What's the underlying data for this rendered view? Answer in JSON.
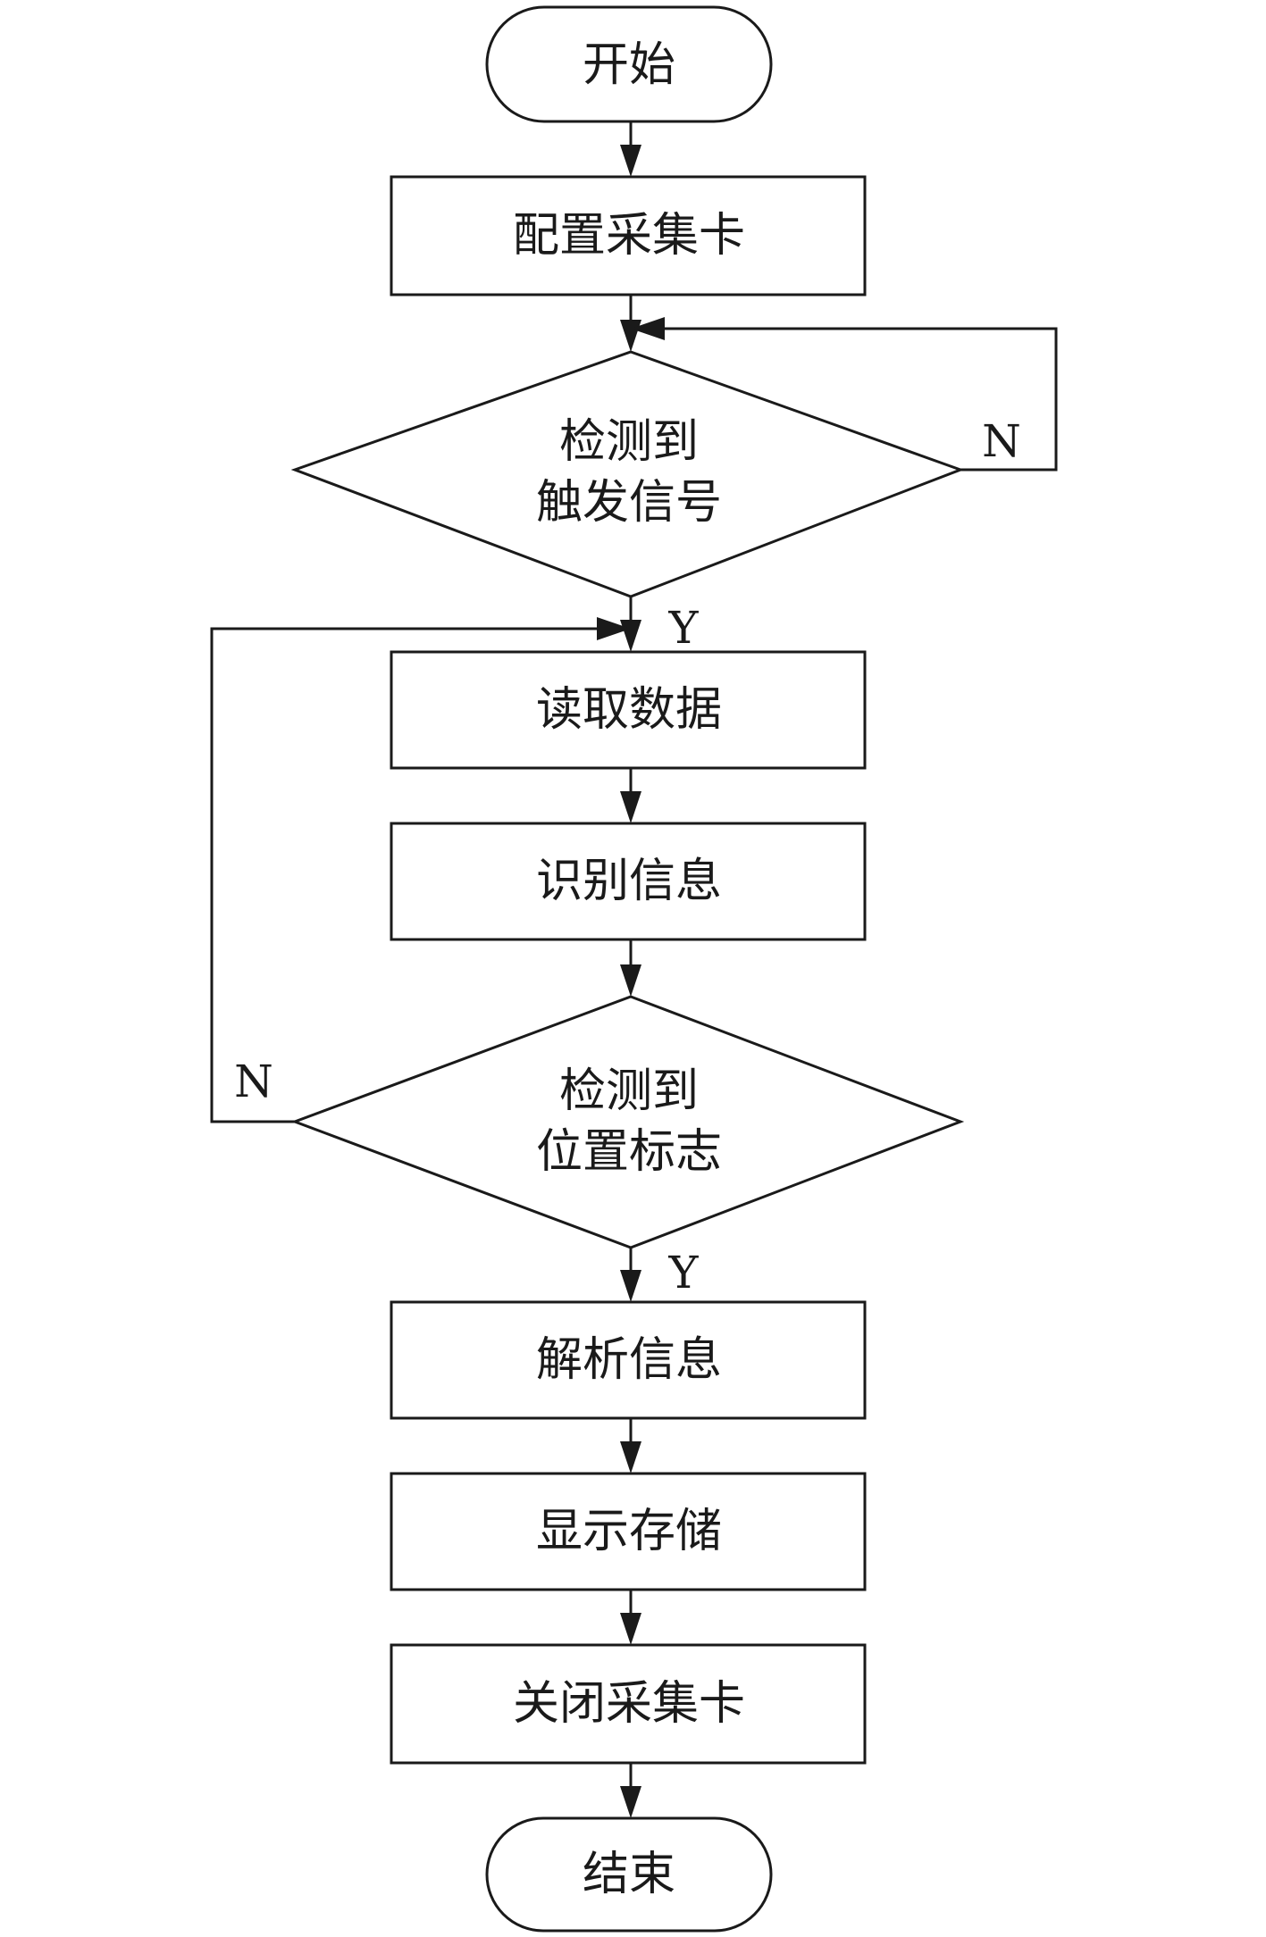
{
  "flowchart": {
    "start": "开始",
    "configure": "配置采集卡",
    "decision1": {
      "line1": "检测到",
      "line2": "触发信号"
    },
    "read_data": "读取数据",
    "identify": "识别信息",
    "decision2": {
      "line1": "检测到",
      "line2": "位置标志"
    },
    "parse": "解析信息",
    "display_store": "显示存储",
    "close_card": "关闭采集卡",
    "end": "结束",
    "d1_yes": "Y",
    "d1_no": "N",
    "d2_yes": "Y",
    "d2_no": "N"
  }
}
